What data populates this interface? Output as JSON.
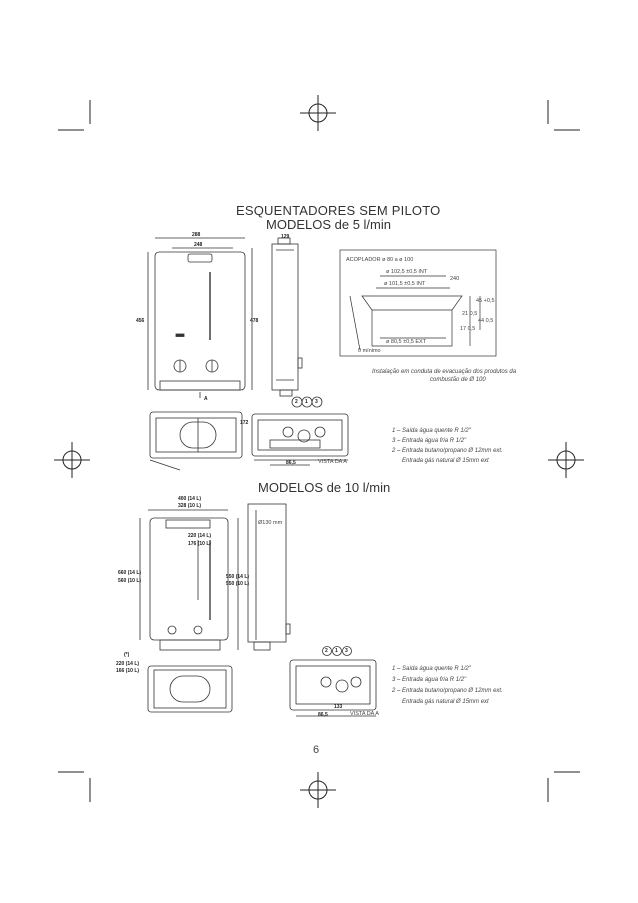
{
  "header": {
    "title": "ESQUENTADORES SEM PILOTO",
    "subtitle": "MODELOS de 5 l/min"
  },
  "model5": {
    "top_dims": [
      "288",
      "248"
    ],
    "left_dim": "456",
    "right_dim": "478",
    "side_dim": "129",
    "view_label": "A",
    "flue": {
      "title": "ACOPLADOR ø 80 a ø 100",
      "d1": "ø 102,5 ±0,5 INT",
      "d2": "ø 101,5 ±0,5 INT",
      "d3": "ø 80,5 ±0,5 EXT",
      "right_dims": [
        "45 +0,5",
        "21 0,5",
        "44 0,5",
        "17 0,5"
      ],
      "angle": "240",
      "min_note": "0 mínimo",
      "note_line1": "Instalação em conduta de evacuação dos produtos da",
      "note_line2": "combustão de Ø 100"
    },
    "bottom": {
      "circles": [
        "2",
        "1",
        "3"
      ],
      "dims": [
        "172",
        "86,5"
      ],
      "view_label": "VISTA DA A"
    },
    "legend": [
      "1 – Saída água quente R 1/2\"",
      "3 – Entrada água fria R 1/2\"",
      "2 – Entrada butano/propano Ø 12mm ext.",
      "Entrada gás natural Ø 15mm ext"
    ]
  },
  "section2": {
    "title": "MODELOS de 10 l/min"
  },
  "model10": {
    "top_dims": [
      "400 (14 L)",
      "328 (10 L)"
    ],
    "inner_dims": [
      "220 (14 L)",
      "176 (10 L)"
    ],
    "left_dims": [
      "660 (14 L)",
      "560 (10 L)"
    ],
    "right_dims": [
      "550 (14 L)",
      "550 (10 L)"
    ],
    "flue_dim": "Ø130 mm",
    "note_mark": "(*)",
    "bottom_left_dims": [
      "220 (14 L)",
      "166 (10 L)"
    ],
    "bottom_circles": [
      "2",
      "1",
      "3"
    ],
    "bottom_dims": [
      "86,5",
      "133"
    ],
    "view_label": "VISTA DA A",
    "legend": [
      "1 – Saída água quente R 1/2\"",
      "3 – Entrada água fria R 1/2\"",
      "2 – Entrada butano/propano Ø 12mm ext.",
      "Entrada gás natural Ø 15mm ext"
    ]
  },
  "footer": {
    "page_number": "6"
  }
}
